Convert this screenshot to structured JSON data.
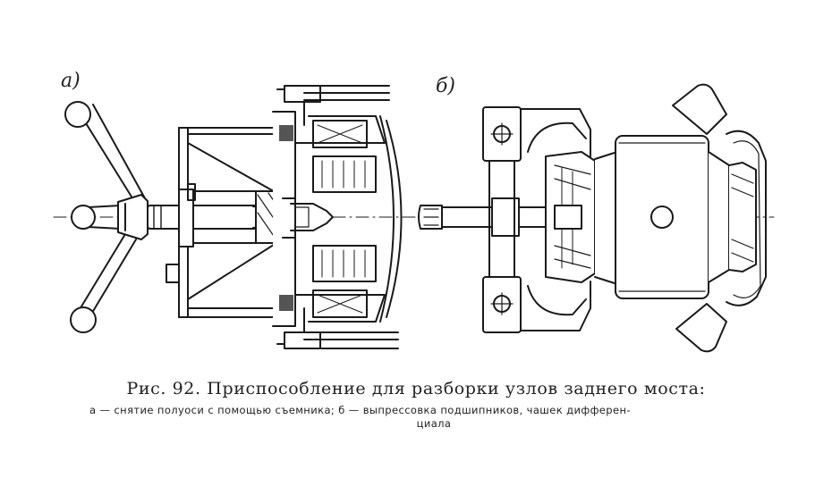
{
  "panels": {
    "a_label": "а)",
    "b_label": "б)"
  },
  "caption": {
    "title": "Рис. 92. Приспособление для разборки узлов заднего моста:",
    "text_line1": "а — снятие полуоси с помощью съемника; б — выпрессовка подшипников, чашек дифферен-",
    "text_line2": "циала"
  },
  "colors": {
    "ink": "#1a1a1a",
    "paper": "#ffffff"
  }
}
